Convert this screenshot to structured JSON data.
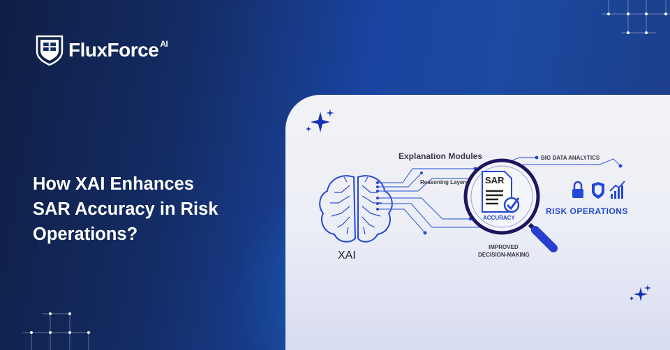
{
  "brand": {
    "name": "FluxForce",
    "suffix": "AI",
    "logo_icon": "shield-logo-icon"
  },
  "headline": {
    "line1": "How XAI Enhances",
    "line2": "SAR Accuracy in Risk",
    "line3": "Operations?"
  },
  "diagram": {
    "brain_label": "XAI",
    "explanation_modules": "Explanation Modules",
    "reasoning_layers": "Reasoning Layers",
    "big_data": "BIG DATA ANALYTICS",
    "sar_doc": "SAR",
    "accuracy": "ACCURACY",
    "improved_line1": "IMPROVED",
    "improved_line2": "DECISION-MAKING",
    "risk_operations": "RISK OPERATIONS",
    "risk_icons": [
      "lock-icon",
      "shield-icon",
      "growth-chart-icon"
    ]
  },
  "colors": {
    "accent": "#1f3fd6",
    "dark_navy": "#1a1660",
    "bg_dark": "#0f1e44",
    "bg_blue": "#1a44a0",
    "card": "#f0f1f5"
  }
}
